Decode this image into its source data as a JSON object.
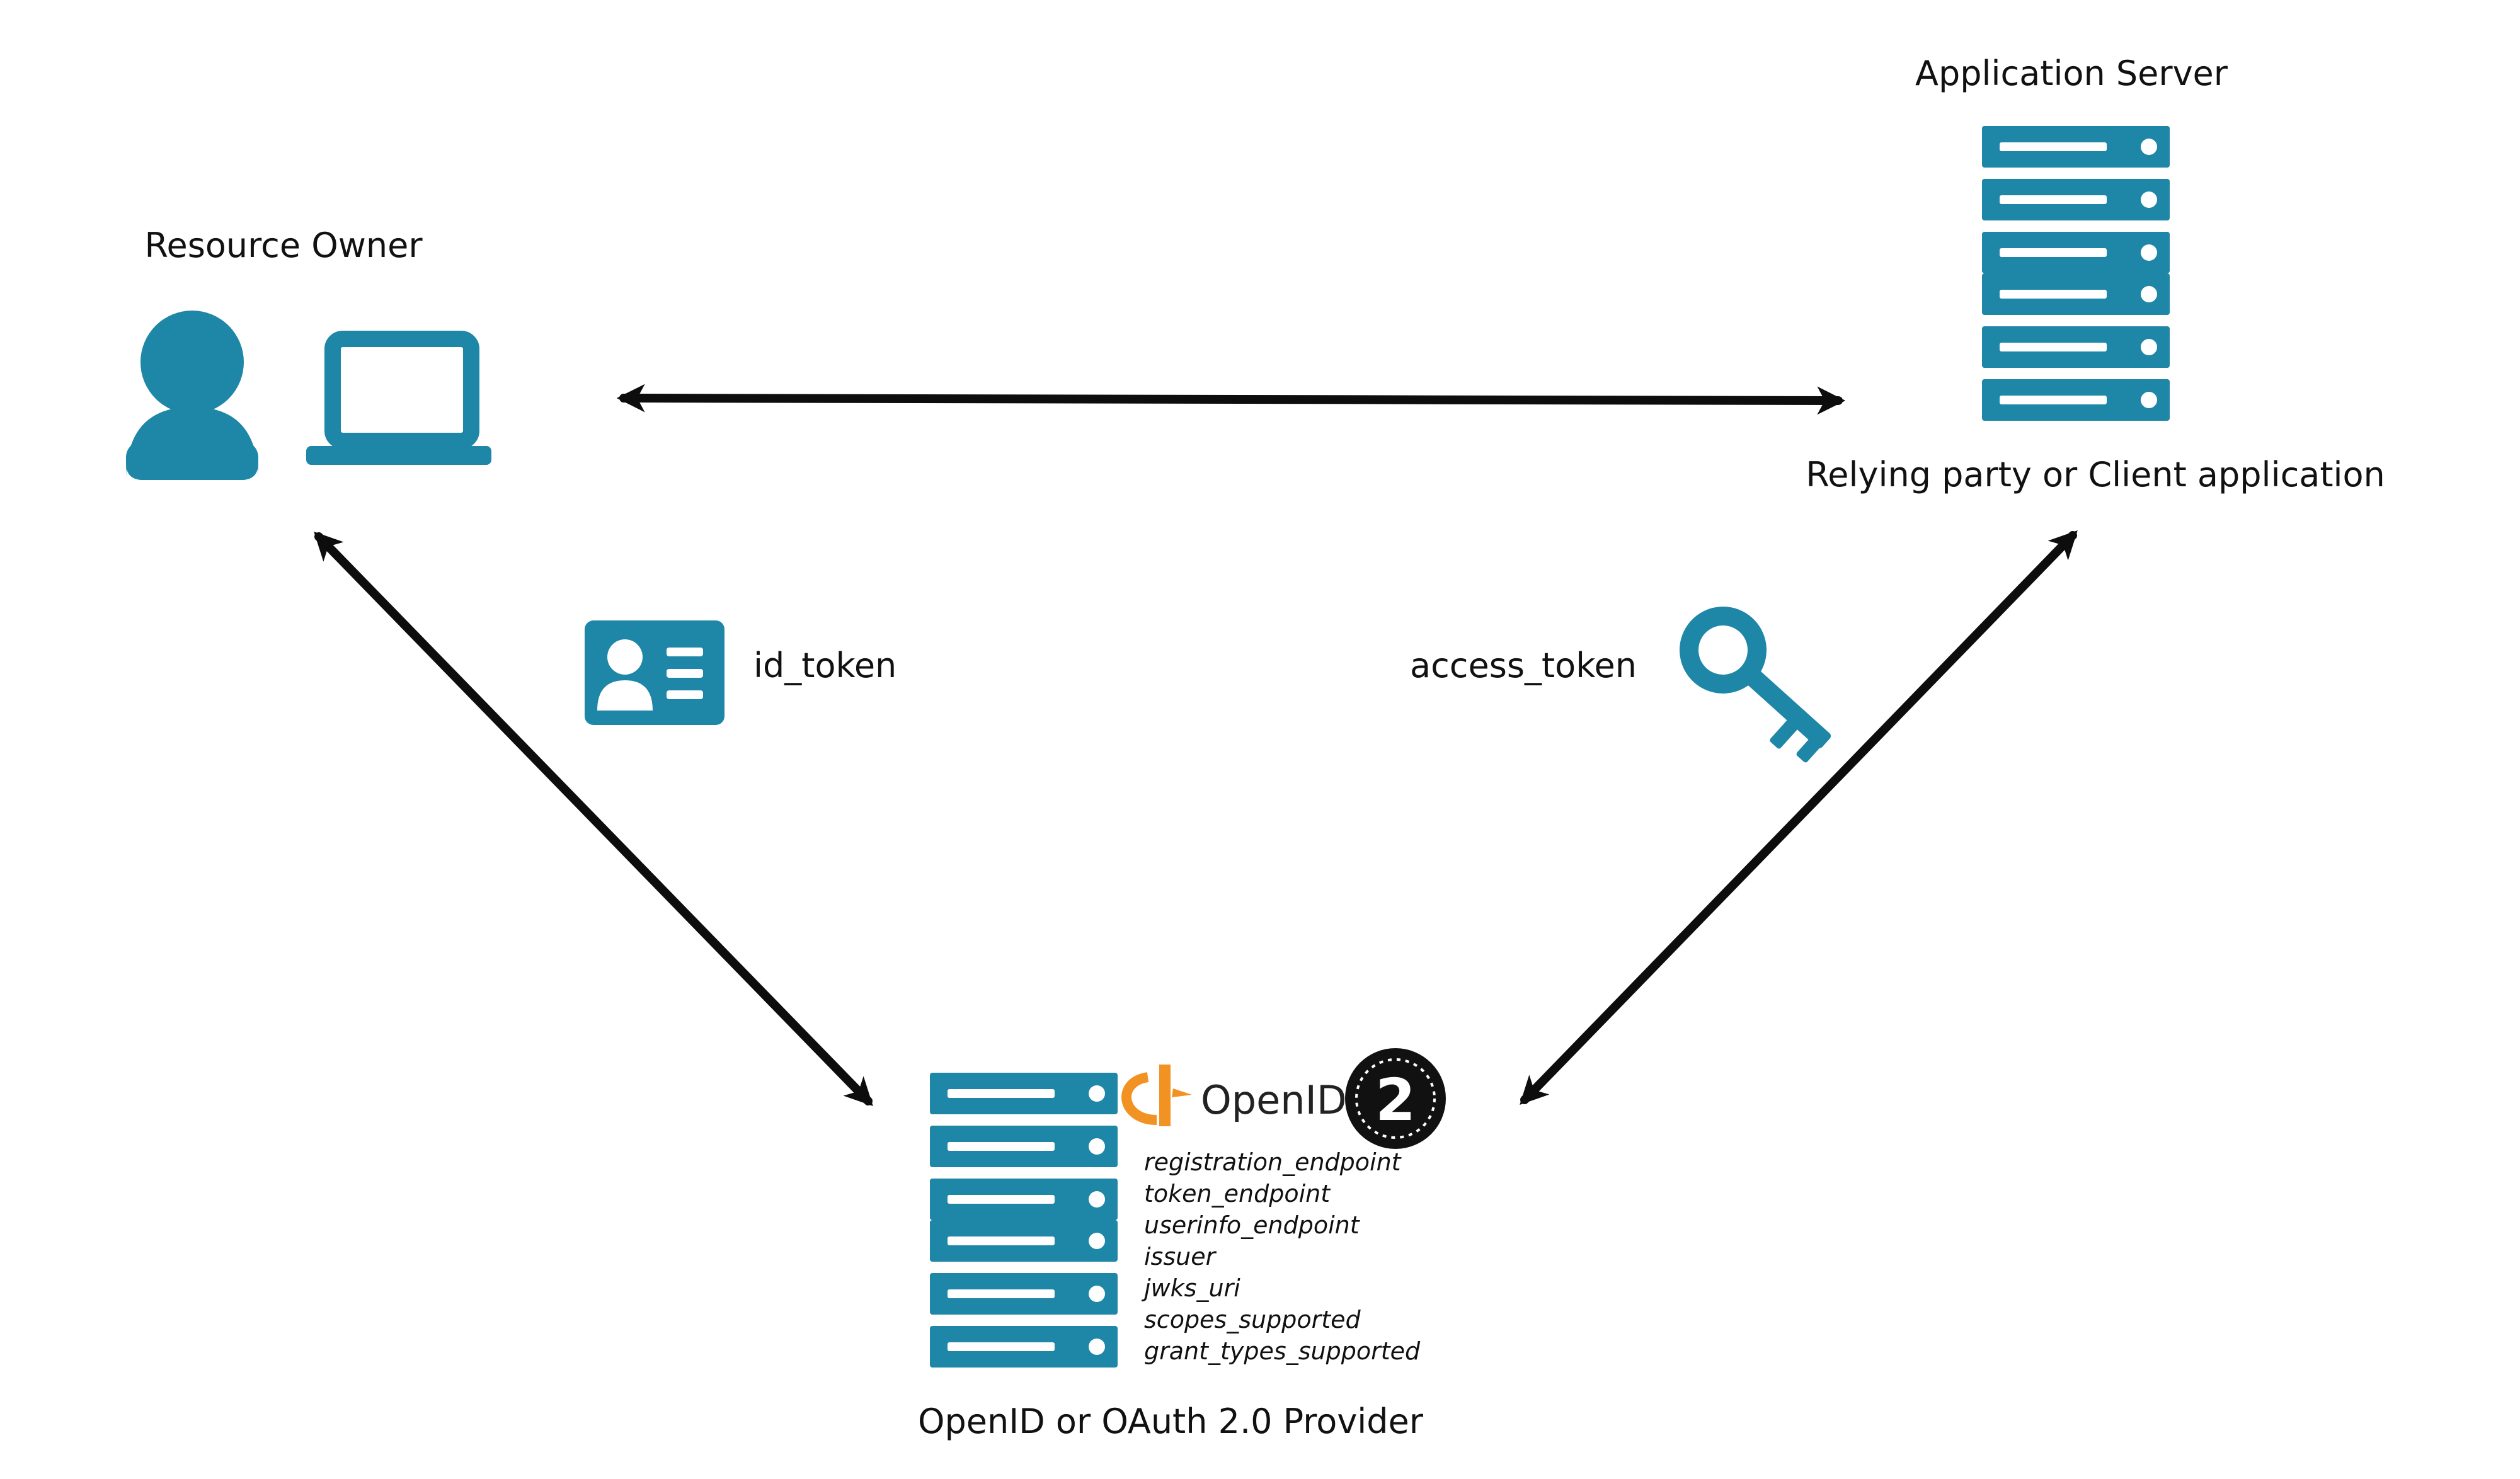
{
  "colors": {
    "icon": "#1e86a6",
    "arrow": "#0d0d0d",
    "text": "#111111",
    "openid_orange": "#f29222"
  },
  "nodes": {
    "resource_owner": {
      "label": "Resource Owner",
      "icons": [
        "user-icon",
        "laptop-icon"
      ]
    },
    "application_server": {
      "title": "Application Server",
      "subtitle": "Relying party or Client application",
      "icon": "server-icon"
    },
    "provider": {
      "label": "OpenID or OAuth 2.0 Provider",
      "icon": "server-icon",
      "logo_text": "OpenID",
      "badge_number": "2",
      "metadata": [
        "registration_endpoint",
        "token_endpoint",
        "userinfo_endpoint",
        "issuer",
        "jwks_uri",
        "scopes_supported",
        "grant_types_supported"
      ]
    }
  },
  "tokens": {
    "id_token": {
      "label": "id_token",
      "icon": "id-card-icon"
    },
    "access_token": {
      "label": "access_token",
      "icon": "key-icon"
    }
  },
  "connections": [
    {
      "from": "resource_owner",
      "to": "application_server",
      "direction": "bidirectional"
    },
    {
      "from": "resource_owner",
      "to": "provider",
      "direction": "bidirectional"
    },
    {
      "from": "application_server",
      "to": "provider",
      "direction": "bidirectional"
    }
  ]
}
